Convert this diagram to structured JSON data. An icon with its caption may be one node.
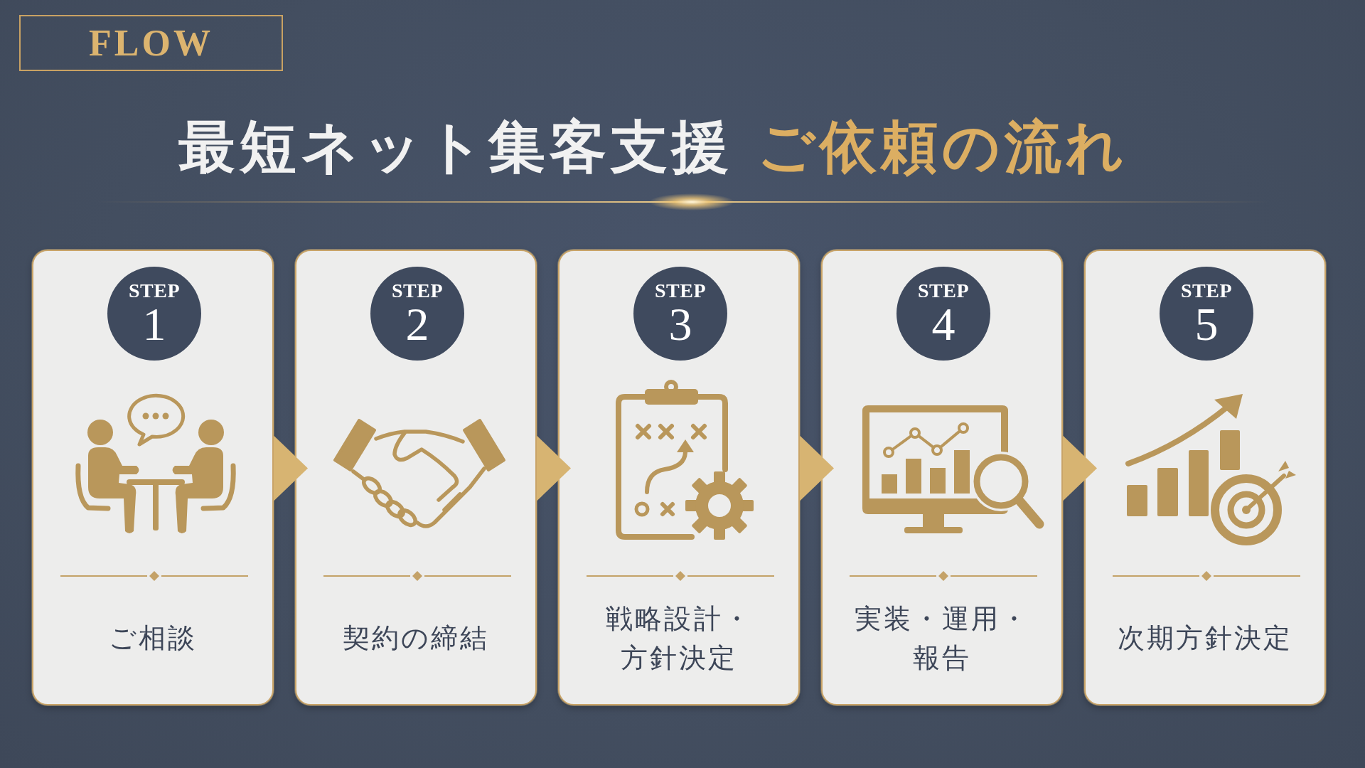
{
  "diagram": {
    "title": "最短ネット集客支援 ご依頼の流れ",
    "nodes": [
      {
        "text": [
          "FLOW"
        ]
      },
      {
        "text": [
          "ご相談"
        ]
      },
      {
        "text": [
          "STEP",
          "1"
        ],
        "in": 1
      },
      {
        "text": [
          "契約の締結"
        ]
      },
      {
        "text": [
          "STEP",
          "2"
        ],
        "in": 3
      },
      {
        "text": [
          "戦略設計・方針決定"
        ]
      },
      {
        "text": [
          "STEP",
          "3"
        ],
        "in": 5
      },
      {
        "text": [
          "実装・運用・報告"
        ]
      },
      {
        "text": [
          "STEP",
          "4"
        ],
        "in": 7
      },
      {
        "text": [
          "次期方針決定"
        ]
      },
      {
        "text": [
          "STEP",
          "5"
        ],
        "in": 9
      }
    ],
    "edges": [
      {
        "from": 1,
        "to": 3,
        "arrow": "to"
      },
      {
        "from": 3,
        "to": 5,
        "arrow": "to"
      },
      {
        "from": 5,
        "to": 7,
        "arrow": "to"
      },
      {
        "from": 7,
        "to": 9,
        "arrow": "to"
      }
    ]
  }
}
